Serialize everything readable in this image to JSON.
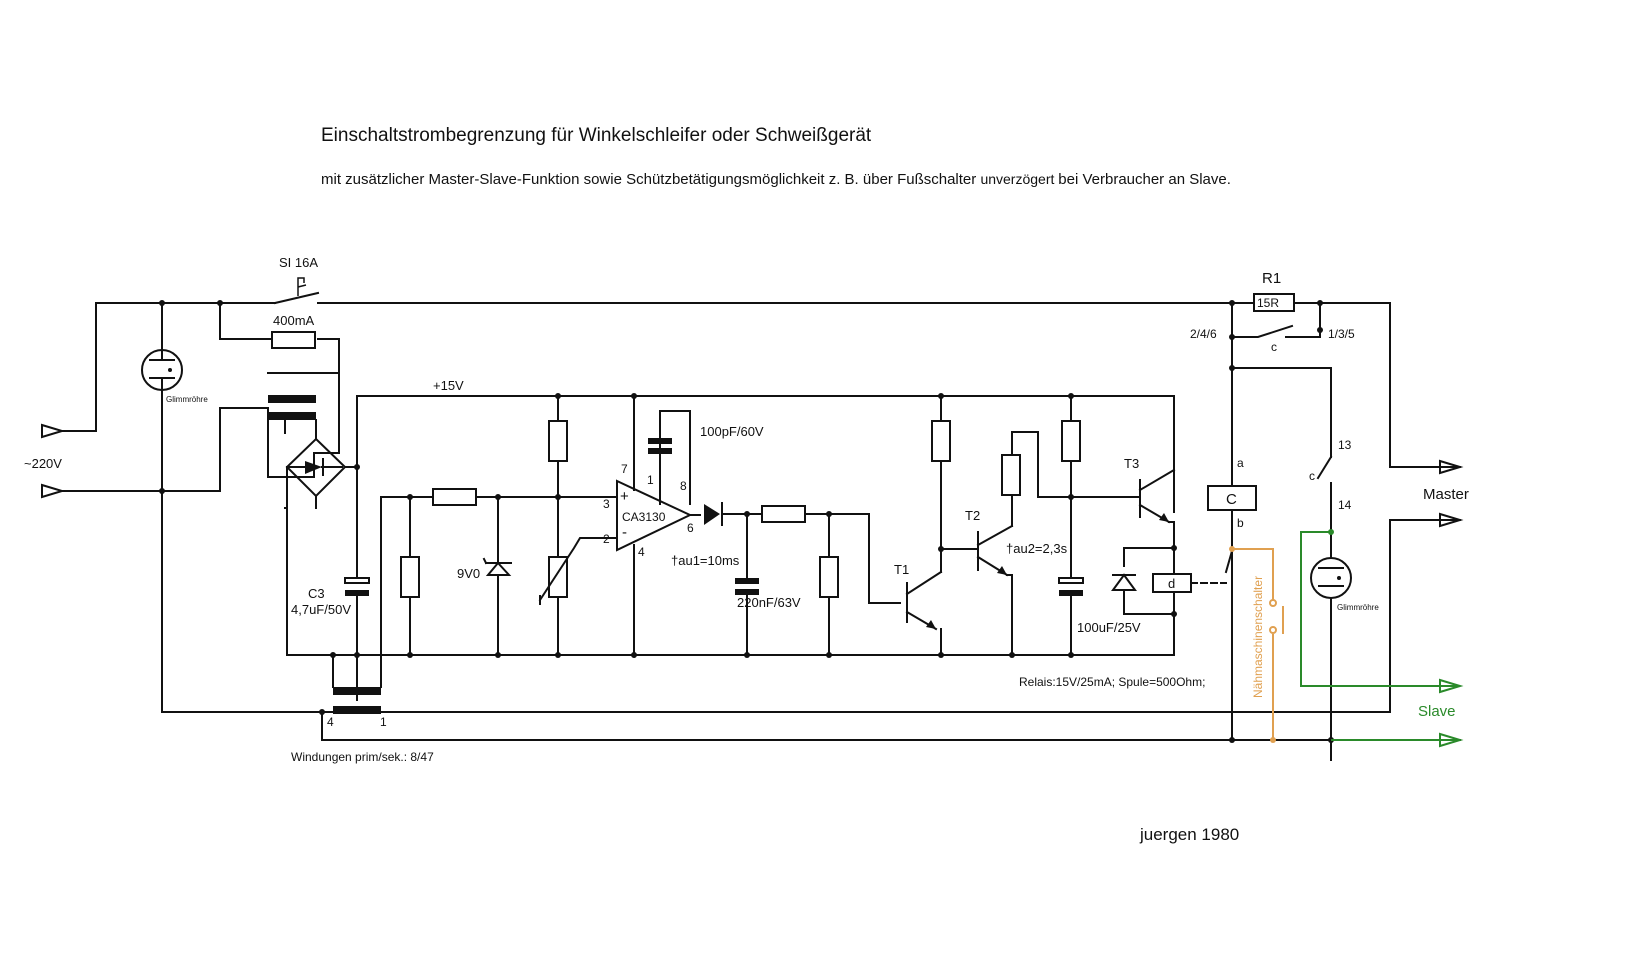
{
  "title": "Einschaltstrombegrenzung für Winkelschleifer oder Schweißgerät",
  "subtitle": {
    "part1": "mit zusätzlicher Master-Slave-Funktion sowie Schützbetätigungsmöglichkeit z. B. über Fußschalter",
    "part2": "unverzögert",
    "part3": "bei Verbraucher an Slave."
  },
  "labels": {
    "fuse_main": "SI 16A",
    "fuse_small": "400mA",
    "mains_in": "~220V",
    "glow_tube": "Glimmröhre",
    "supply_rail": "+15V",
    "c3": "C3",
    "c3_value": "4,7uF/50V",
    "zener": "9V0",
    "cap_100pf": "100pF/60V",
    "opamp": "CA3130",
    "pin_plus": "+",
    "pin_minus": "-",
    "pin_3": "3",
    "pin_2": "2",
    "pin_7": "7",
    "pin_1": "1",
    "pin_8": "8",
    "pin_6": "6",
    "pin_4": "4",
    "tau1": "†au1=10ms",
    "cap_220nf": "220nF/63V",
    "t1": "T1",
    "t2": "T2",
    "tau2": "†au2=2,3s",
    "t3": "T3",
    "cap_100uf": "100uF/25V",
    "relay_d": "d",
    "relay_info": "Relais:15V/25mA; Spule=500Ohm;",
    "r1": "R1",
    "r1_value": "15R",
    "contact_246": "2/4/6",
    "contact_135": "1/3/5",
    "contact_c": "c",
    "coil_c": "C",
    "coil_a": "a",
    "coil_b": "b",
    "pin_13": "13",
    "pin_14": "14",
    "master": "Master",
    "slave": "Slave",
    "sewing_switch": "Nähmaschinenschalter",
    "ct_4": "4",
    "ct_1": "1",
    "windings": "Windungen prim/sek.: 8/47",
    "author": "juergen 1980"
  },
  "colors": {
    "wire": "#111111",
    "orange": "#e0a050",
    "green": "#2a8a2a"
  }
}
